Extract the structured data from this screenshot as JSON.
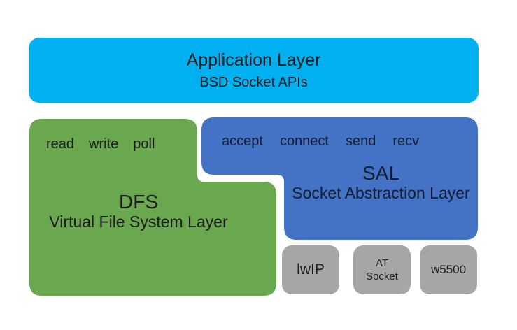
{
  "colors": {
    "bg": "#ffffff",
    "cyan": "#00b0f0",
    "green": "#6aa84f",
    "blue": "#4472c4",
    "gray": "#a6a6a6",
    "text": "#1d1d1d",
    "text_on_blue": "#131c30"
  },
  "application_layer": {
    "title": "Application Layer",
    "subtitle": "BSD Socket APIs"
  },
  "dfs": {
    "apis": [
      "read",
      "write",
      "poll"
    ],
    "acronym": "DFS",
    "full_name": "Virtual File System Layer"
  },
  "sal": {
    "apis": [
      "accept",
      "connect",
      "send",
      "recv"
    ],
    "acronym": "SAL",
    "full_name": "Socket Abstraction Layer"
  },
  "backends": [
    {
      "lines": [
        "lwIP"
      ]
    },
    {
      "lines": [
        "AT",
        "Socket"
      ]
    },
    {
      "lines": [
        "w5500"
      ]
    }
  ]
}
